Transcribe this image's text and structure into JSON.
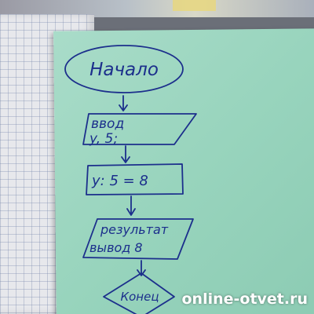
{
  "flowchart": {
    "start_label": "Начало",
    "input_line1": "ввод",
    "input_line2": "y, 5;",
    "process_label": "y: 5 = 8",
    "output_line1": "результат",
    "output_line2": "вывод  8",
    "end_label": "Конец"
  },
  "watermark": "online-otvet.ru",
  "colors": {
    "ink": "#1c2f8c",
    "paper": "#98d4bd",
    "grid_paper": "#e7e8ec"
  }
}
